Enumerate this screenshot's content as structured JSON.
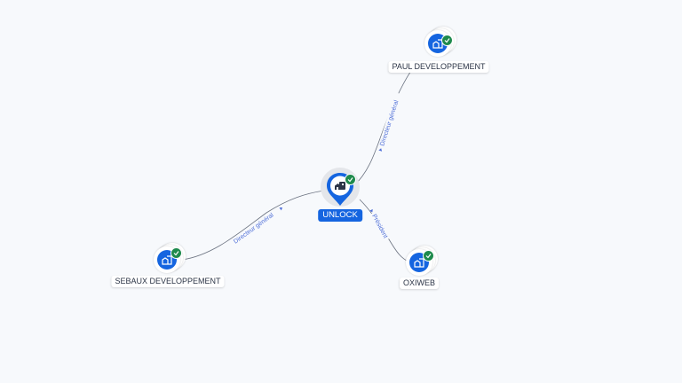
{
  "graph": {
    "center": {
      "name": "UNLOCK",
      "verified": true,
      "icon": "building-icon"
    },
    "nodes": [
      {
        "name": "PAUL DEVELOPPEMENT",
        "verified": true,
        "icon": "building-icon"
      },
      {
        "name": "SEBAUX DEVELOPPEMENT",
        "verified": true,
        "icon": "building-icon"
      },
      {
        "name": "OXIWEB",
        "verified": true,
        "icon": "building-icon"
      }
    ],
    "edges": [
      {
        "from": "UNLOCK",
        "to": "PAUL DEVELOPPEMENT",
        "label": "Directeur général"
      },
      {
        "from": "UNLOCK",
        "to": "SEBAUX DEVELOPPEMENT",
        "label": "Directeur général"
      },
      {
        "from": "UNLOCK",
        "to": "OXIWEB",
        "label": "Président"
      }
    ]
  },
  "colors": {
    "accent": "#1565e0",
    "verified": "#1e8a4c",
    "edge": "#6b7280",
    "edge_label": "#4f6fd8",
    "background": "#f7f9fc"
  }
}
